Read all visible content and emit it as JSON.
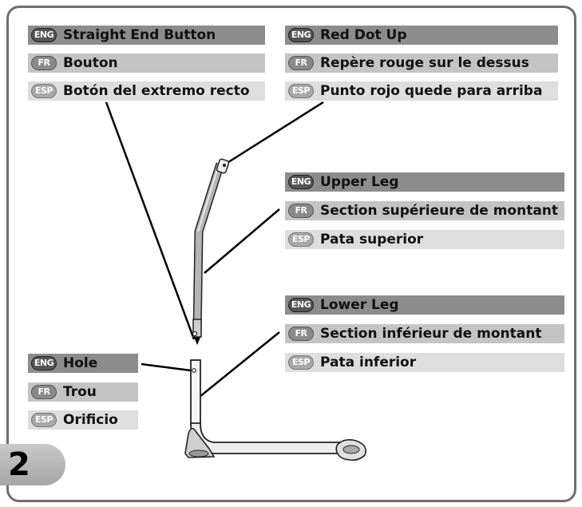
{
  "badges": {
    "eng": "ENG",
    "fr": "FR",
    "esp": "ESP"
  },
  "callouts": {
    "straight_end_button": {
      "eng": "Straight End Button",
      "fr": "Bouton",
      "esp": "Botón del extremo recto"
    },
    "red_dot_up": {
      "eng": "Red Dot Up",
      "fr": "Repère rouge sur le dessus",
      "esp": "Punto rojo quede para arriba"
    },
    "upper_leg": {
      "eng": "Upper Leg",
      "fr": "Section supérieure de montant",
      "esp": "Pata superior"
    },
    "lower_leg": {
      "eng": "Lower Leg",
      "fr": "Section inférieur de montant",
      "esp": "Pata inferior"
    },
    "hole": {
      "eng": "Hole",
      "fr": "Trou",
      "esp": "Orificio"
    }
  },
  "step_number": "2"
}
